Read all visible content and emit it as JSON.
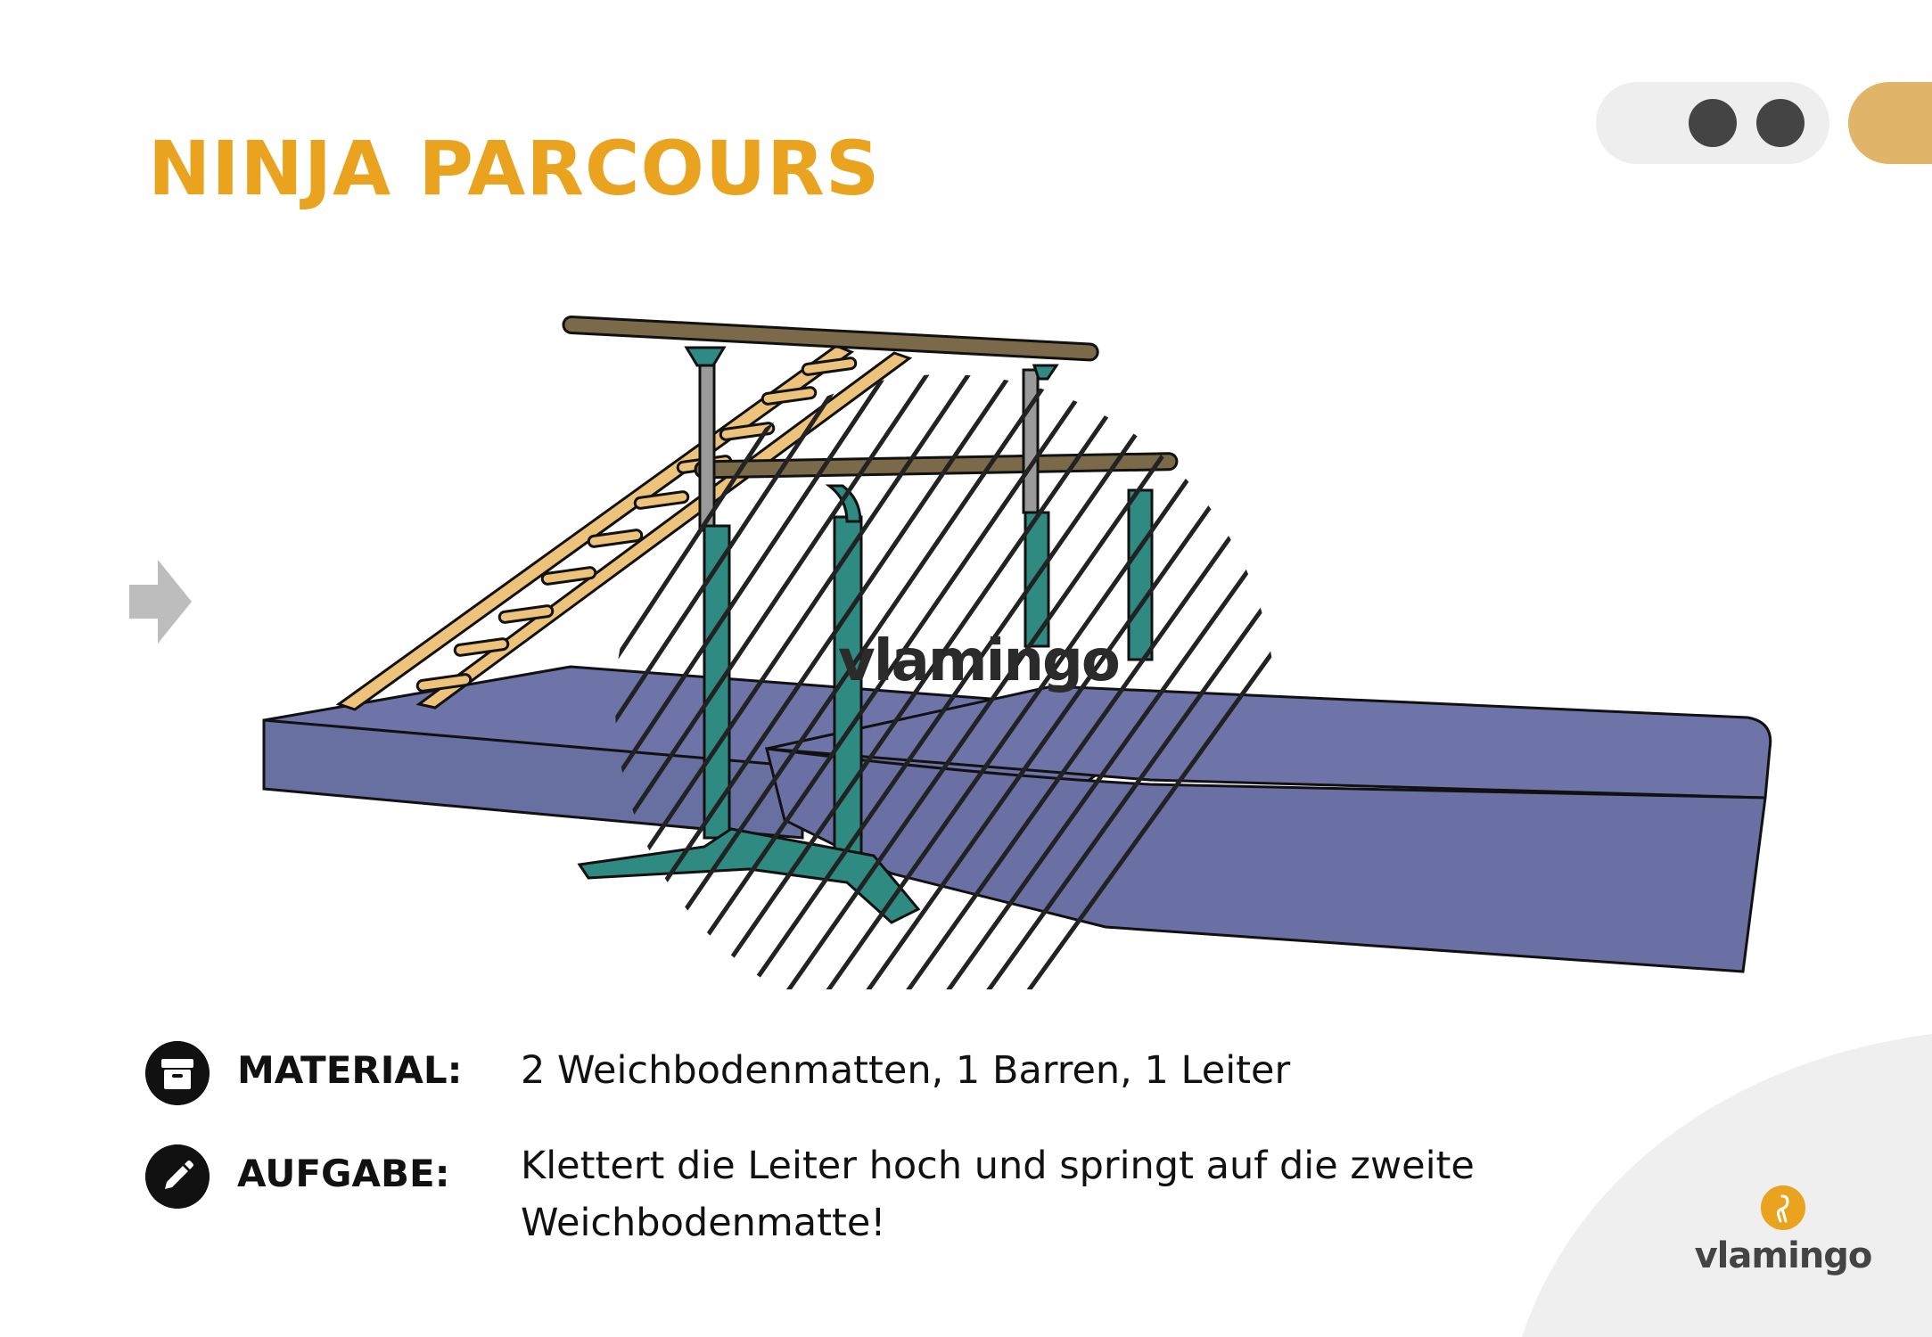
{
  "title": "NINJA PARCOURS",
  "pager": {
    "dots": 2
  },
  "material": {
    "label": "MATERIAL:",
    "text": "2 Weichbodenmatten, 1 Barren, 1 Leiter"
  },
  "task": {
    "label": "AUFGABE:",
    "line1": "Klettert die Leiter hoch und springt auf die zweite",
    "line2": "Weichbodenmatte!"
  },
  "watermark": "vlamingo",
  "brand": "vlamingo",
  "colors": {
    "title": "#EAA31F",
    "mat": "#6E73A8",
    "bars_frame": "#2F8A82",
    "ladder": "#EDC27B",
    "rails": "#7A6A4A",
    "tab_gold": "#E0B56A"
  },
  "icons": {
    "material": "archive-box-icon",
    "task": "pencil-icon",
    "next": "arrow-right-icon"
  }
}
